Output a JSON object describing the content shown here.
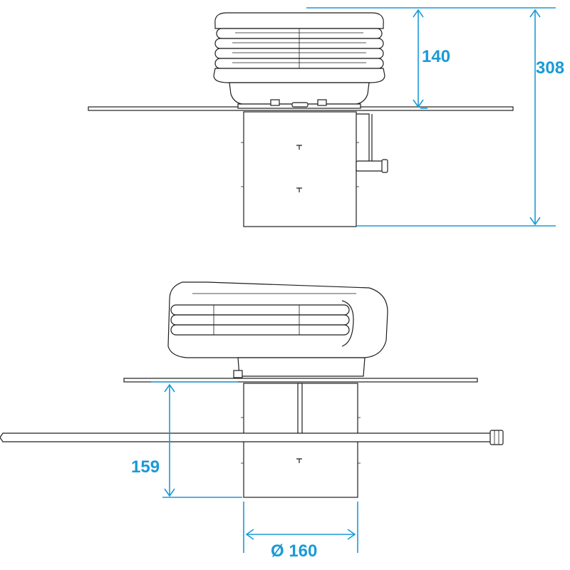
{
  "colors": {
    "dimension": "#1a9ad6",
    "outline": "#1e1e1e",
    "background": "#ffffff"
  },
  "dimensions": {
    "cap_height": "140",
    "total_height": "308",
    "insertion_depth": "159",
    "diameter": "Ø 160"
  }
}
